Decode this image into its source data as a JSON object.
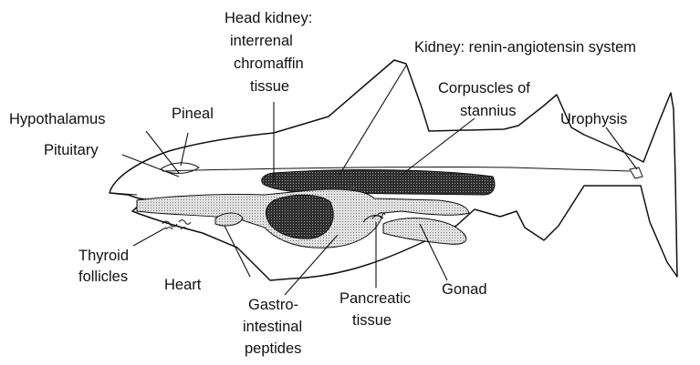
{
  "labels": {
    "head_kidney_1": "Head kidney:",
    "head_kidney_2": "interrenal",
    "head_kidney_3": "chromaffin",
    "head_kidney_4": "tissue",
    "kidney": "Kidney: renin-angiotensin system",
    "corpuscles_1": "Corpuscles of",
    "corpuscles_2": "stannius",
    "hypothalamus": "Hypothalamus",
    "pineal": "Pineal",
    "pituitary": "Pituitary",
    "urophysis": "Urophysis",
    "thyroid_1": "Thyroid",
    "thyroid_2": "follicles",
    "heart": "Heart",
    "gastro_1": "Gastro-",
    "gastro_2": "intestinal",
    "gastro_3": "peptides",
    "pancreatic_1": "Pancreatic",
    "pancreatic_2": "tissue",
    "gonad": "Gonad"
  },
  "colors": {
    "ink": "#111111",
    "background": "#ffffff",
    "dark_fill": "#3a3a3a",
    "light_fill": "#cfcfcf"
  }
}
